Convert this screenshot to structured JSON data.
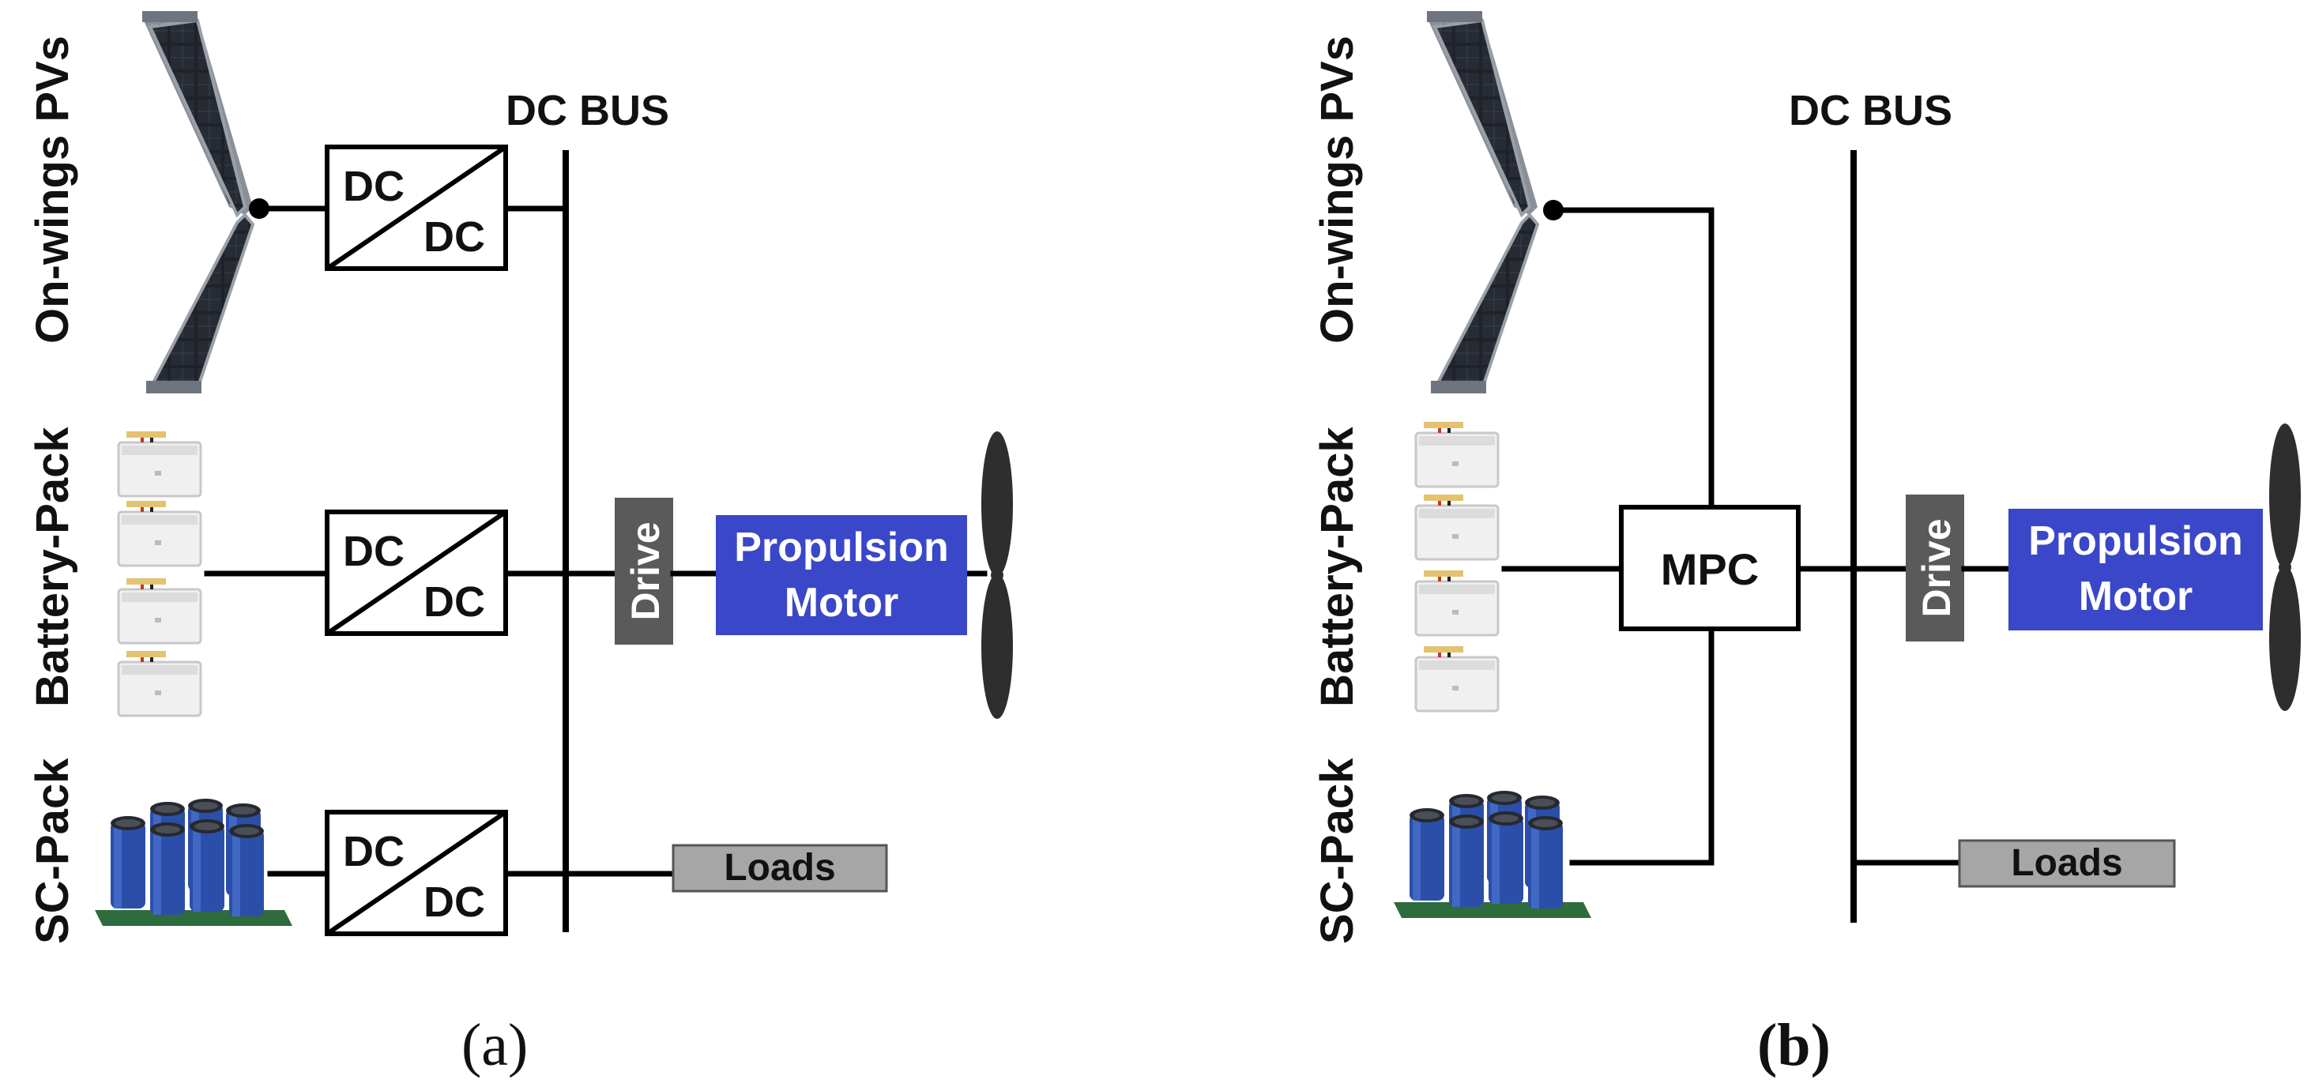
{
  "panels": [
    {
      "caption": "(a)",
      "pv_label": "On-wings PVs",
      "battery_label": "Battery-Pack",
      "sc_label": "SC-Pack",
      "bus_label": "DC BUS",
      "converter_top": "DC",
      "converter_bottom": "DC",
      "drive_label": "Drive",
      "motor_line1": "Propulsion",
      "motor_line2": "Motor",
      "loads_label": "Loads"
    },
    {
      "caption": "(b)",
      "pv_label": "On-wings PVs",
      "battery_label": "Battery-Pack",
      "sc_label": "SC-Pack",
      "bus_label": "DC BUS",
      "mpc_label": "MPC",
      "drive_label": "Drive",
      "motor_line1": "Propulsion",
      "motor_line2": "Motor",
      "loads_label": "Loads"
    }
  ],
  "colors": {
    "motor_fill": "#3a47c8",
    "drive_fill": "#5a5a5a",
    "loads_fill": "#a6a6a6",
    "pv_cell": "#1f2228",
    "battery_body": "#f0f0f0",
    "capacitor_blue": "#2b4fa8",
    "propeller": "#2e2e2e"
  }
}
